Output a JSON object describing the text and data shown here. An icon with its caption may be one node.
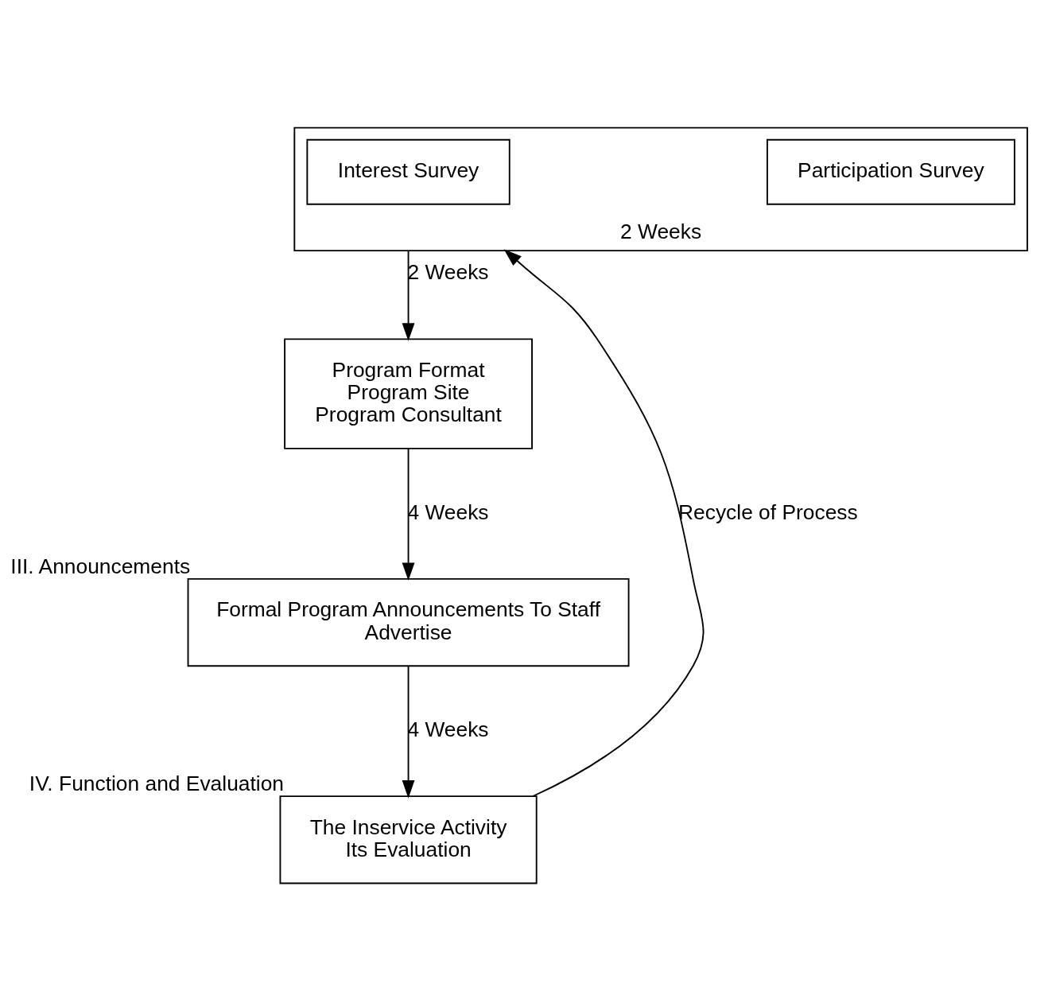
{
  "diagram": {
    "nodes": [
      {
        "text": [],
        "shape": "box",
        "beside": [
          "2 Weeks"
        ]
      },
      {
        "text": [
          "Interest Survey"
        ],
        "in": 0
      },
      {
        "text": [
          "Participation Survey"
        ],
        "in": 0
      },
      {
        "text": [
          "Program Format",
          "Program Site",
          "Program Consultant"
        ]
      },
      {
        "text": [
          "Formal Program Announcements To Staff",
          "Advertise"
        ],
        "beside": [
          "III. Announcements"
        ]
      },
      {
        "text": [
          "The Inservice Activity",
          "Its Evaluation"
        ],
        "beside": [
          "IV. Function and Evaluation"
        ]
      }
    ],
    "edges": [
      {
        "from": 0,
        "to": 3,
        "arrow": "to",
        "label": "2 Weeks"
      },
      {
        "from": 3,
        "to": 4,
        "arrow": "to",
        "label": "4 Weeks"
      },
      {
        "from": 4,
        "to": 5,
        "arrow": "to",
        "label": "4 Weeks"
      },
      {
        "from": 5,
        "to": 0,
        "arrow": "to",
        "label": "Recycle of Process"
      }
    ]
  }
}
